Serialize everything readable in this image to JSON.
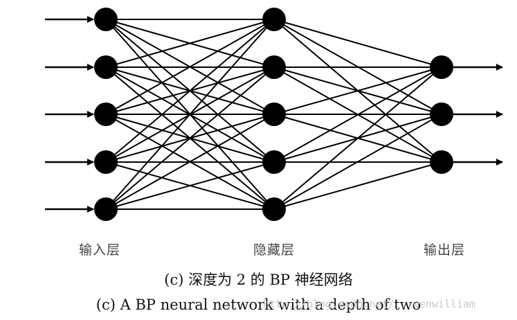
{
  "labels": {
    "input_layer": "输入层",
    "hidden_layer": "隐藏层",
    "output_layer": "输出层"
  },
  "caption": {
    "chinese": "(c) 深度为 2 的 BP 神经网络",
    "english": "(c) A BP neural network with a depth of two"
  },
  "watermark": "http://blog.csdn.net/...wenwilliam",
  "network": {
    "input_nodes": 5,
    "hidden_nodes": 5,
    "output_nodes": 3
  },
  "colors": {
    "node": "#000000",
    "edge": "#000000"
  }
}
